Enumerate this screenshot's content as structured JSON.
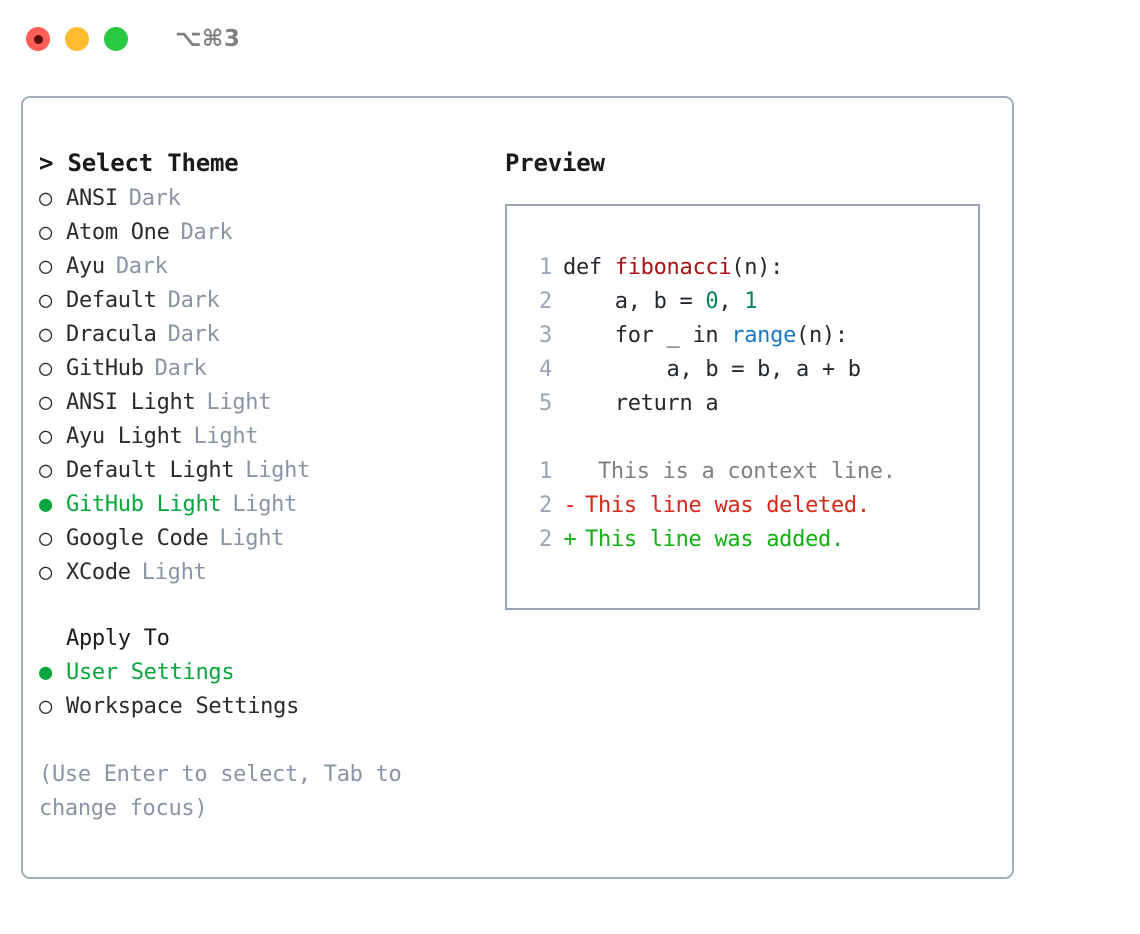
{
  "titlebar": {
    "shortcut": "⌥⌘3",
    "dots": [
      {
        "name": "close",
        "color": "#ff5f57"
      },
      {
        "name": "minimize",
        "color": "#febc2e"
      },
      {
        "name": "maximize",
        "color": "#28c840"
      }
    ]
  },
  "theme_panel": {
    "header": "> Select Theme",
    "marker_unselected": "○",
    "marker_selected": "●",
    "selected_color": "#08a63c",
    "badge_color": "#8a94a6",
    "items": [
      {
        "label": "ANSI",
        "badge": "Dark",
        "selected": false
      },
      {
        "label": "Atom One",
        "badge": "Dark",
        "selected": false
      },
      {
        "label": "Ayu",
        "badge": "Dark",
        "selected": false
      },
      {
        "label": "Default",
        "badge": "Dark",
        "selected": false
      },
      {
        "label": "Dracula",
        "badge": "Dark",
        "selected": false
      },
      {
        "label": "GitHub",
        "badge": "Dark",
        "selected": false
      },
      {
        "label": "ANSI Light",
        "badge": "Light",
        "selected": false
      },
      {
        "label": "Ayu Light",
        "badge": "Light",
        "selected": false
      },
      {
        "label": "Default Light",
        "badge": "Light",
        "selected": false
      },
      {
        "label": "GitHub Light",
        "badge": "Light",
        "selected": true
      },
      {
        "label": "Google Code",
        "badge": "Light",
        "selected": false
      },
      {
        "label": "XCode",
        "badge": "Light",
        "selected": false
      }
    ]
  },
  "apply_to": {
    "header": "Apply To",
    "items": [
      {
        "label": "User Settings",
        "selected": true
      },
      {
        "label": "Workspace Settings",
        "selected": false
      }
    ]
  },
  "hint": "(Use Enter to select, Tab to change focus)",
  "preview": {
    "title": "Preview",
    "code_lines": [
      {
        "lineno": "1",
        "tokens": [
          {
            "text": "def ",
            "type": "plain"
          },
          {
            "text": "fibonacci",
            "type": "fn"
          },
          {
            "text": "(n):",
            "type": "plain"
          }
        ]
      },
      {
        "lineno": "2",
        "tokens": [
          {
            "text": "    a, b = ",
            "type": "plain"
          },
          {
            "text": "0",
            "type": "num"
          },
          {
            "text": ", ",
            "type": "plain"
          },
          {
            "text": "1",
            "type": "num"
          }
        ]
      },
      {
        "lineno": "3",
        "tokens": [
          {
            "text": "    for _ in ",
            "type": "plain"
          },
          {
            "text": "range",
            "type": "call"
          },
          {
            "text": "(n):",
            "type": "plain"
          }
        ]
      },
      {
        "lineno": "4",
        "tokens": [
          {
            "text": "        a, b = b, a + b",
            "type": "plain"
          }
        ]
      },
      {
        "lineno": "5",
        "tokens": [
          {
            "text": "    return a",
            "type": "plain"
          }
        ]
      }
    ],
    "diff_lines": [
      {
        "lineno": "1",
        "mark": " ",
        "text": " This is a context line.",
        "kind": "ctx"
      },
      {
        "lineno": "2",
        "mark": "-",
        "text": "This line was deleted.",
        "kind": "del"
      },
      {
        "lineno": "2",
        "mark": "+",
        "text": "This line was added.",
        "kind": "add"
      }
    ],
    "colors": {
      "function": "#a31515",
      "number": "#098658",
      "call": "#1878c4",
      "context": "#808080",
      "deleted": "#d7281c",
      "added": "#11b011",
      "lineno": "#9aa4b5",
      "border": "#9aa4b5"
    }
  }
}
